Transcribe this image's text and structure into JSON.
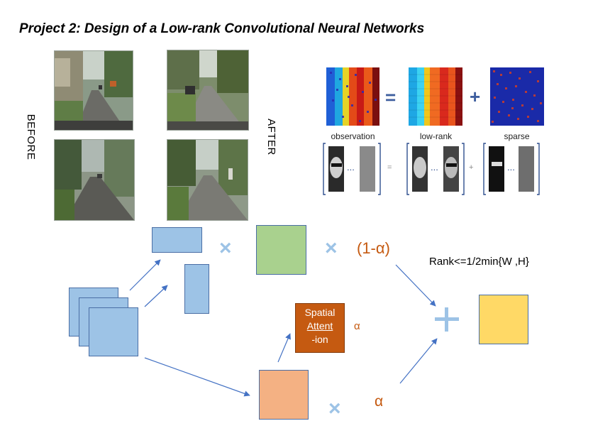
{
  "title": "Project 2: Design of a Low-rank Convolutional Neural Networks",
  "labels": {
    "before": "BEFORE",
    "after": "AFTER"
  },
  "decomposition": {
    "captions": [
      "observation",
      "low-rank",
      "sparse"
    ],
    "equals": "=",
    "plus": "+",
    "face_equals": "=",
    "face_plus": "+",
    "ellipsis": "..."
  },
  "diagram": {
    "mult_symbol": "×",
    "one_minus_alpha": "(1-α)",
    "rank_text": "Rank<=1/2min{W ,H}",
    "plus_symbol": "+",
    "attention_lines": [
      "Spatial",
      "Attent",
      "-ion"
    ],
    "alpha_small": "α",
    "alpha_bottom": "α"
  },
  "colors": {
    "blue_fill": "#9dc3e6",
    "green_fill": "#a9d18e",
    "salmon_fill": "#f4b183",
    "yellow_fill": "#ffd966",
    "attention_fill": "#c55a11",
    "arrow": "#4472c4",
    "accent_orange": "#c55a11"
  }
}
